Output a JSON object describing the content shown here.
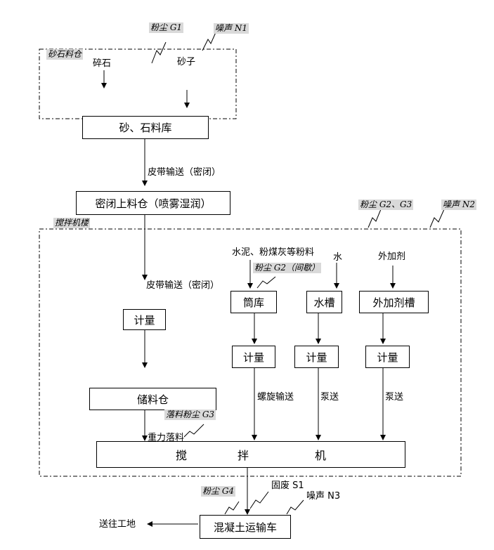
{
  "yard": {
    "title": "砂石料仓",
    "gravel": "碎石",
    "sand": "砂子",
    "dust_tag": "粉尘 G1",
    "noise_tag": "噪声 N1"
  },
  "sand_stone_store": "砂、石料库",
  "belt1": "皮带输送（密闭）",
  "sealed_bin": "密闭上料仓（喷雾湿润）",
  "plant": {
    "title": "搅拌机楼",
    "dust_tag": "粉尘 G2、G3",
    "noise_tag": "噪声 N2"
  },
  "belt2": "皮带输送（密闭）",
  "powder_label": "水泥、粉煤灰等粉料",
  "powder_dust_tag": "粉尘 G2（间歇）",
  "water_label": "水",
  "additive_label": "外加剂",
  "silo": "筒库",
  "water_tank": "水槽",
  "additive_tank": "外加剂槽",
  "meter_left": "计量",
  "meter_silo": "计量",
  "meter_water": "计量",
  "meter_additive": "计量",
  "storage_bin": "储料仓",
  "fall_dust_tag": "落料粉尘 G3",
  "gravity": "重力落料",
  "screw": "螺旋输送",
  "pump1": "泵送",
  "pump2": "泵送",
  "mixer": [
    "搅",
    "拌",
    "机"
  ],
  "truck": "混凝土运输车",
  "truck_dust_tag": "粉尘 G4",
  "solid_waste": "固废 S1",
  "noise3": "噪声 N3",
  "to_site": "送往工地"
}
